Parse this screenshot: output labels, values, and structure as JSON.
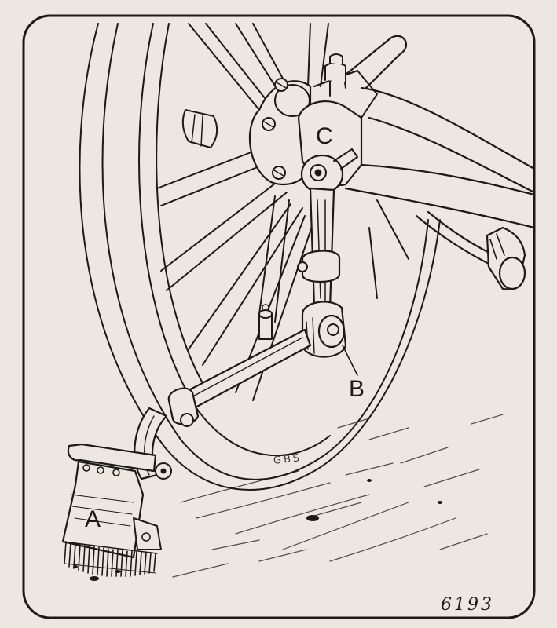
{
  "figure": {
    "labels": {
      "brush": "A",
      "lower_joint": "B",
      "upper_joint": "C"
    },
    "artist_signature": "GBS",
    "plate_number": "6193"
  }
}
